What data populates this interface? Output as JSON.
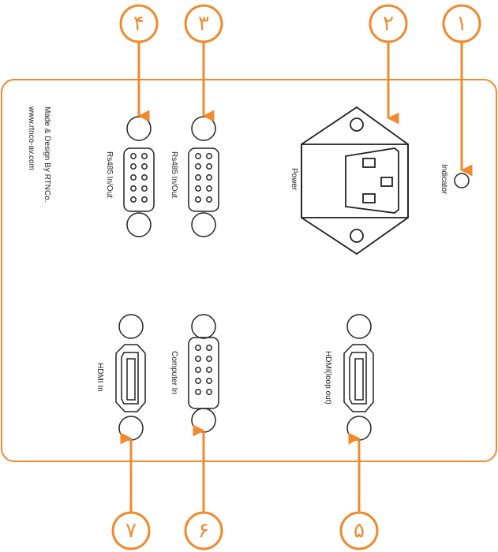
{
  "colors": {
    "accent": "#f08a2c",
    "outline": "#222222"
  },
  "callouts": [
    "۱",
    "۲",
    "۳",
    "۴",
    "۵",
    "۶",
    "۷"
  ],
  "labels": {
    "indicator": "Indicator",
    "power": "Power",
    "rs485_a": "Rs485 In/Out",
    "rs485_b": "Rs485 In/Out",
    "hdmi_loop": "HDMI(loop out)",
    "computer_in": "Computer In",
    "hdmi_in": "HDMI In"
  },
  "credits": {
    "made_by": "Made & Design By RTNCo.",
    "website": "www.rtnco-av.com"
  }
}
